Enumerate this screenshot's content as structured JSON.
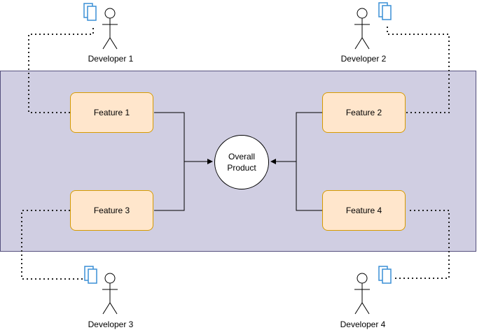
{
  "diagram": {
    "features": [
      {
        "id": "f1",
        "label": "Feature 1"
      },
      {
        "id": "f2",
        "label": "Feature 2"
      },
      {
        "id": "f3",
        "label": "Feature 3"
      },
      {
        "id": "f4",
        "label": "Feature 4"
      }
    ],
    "product": {
      "line1": "Overall",
      "line2": "Product"
    },
    "developers": [
      {
        "label": "Developer 1"
      },
      {
        "label": "Developer 2"
      },
      {
        "label": "Developer 3"
      },
      {
        "label": "Developer 4"
      }
    ],
    "colors": {
      "region_fill": "#d0cee2",
      "feature_fill": "#ffe6cc",
      "feature_border": "#d79b00",
      "document_icon": "#3a8fd6"
    },
    "icons": [
      "stick-figure-icon",
      "document-stack-icon"
    ]
  }
}
